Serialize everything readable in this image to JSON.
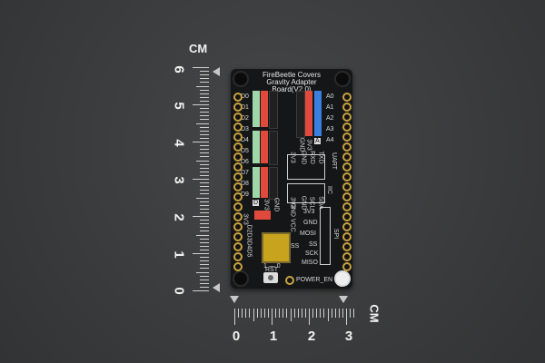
{
  "board": {
    "title_lines": [
      "FireBeetle Covers",
      "Gravity Adapter",
      "Board(V2.0)"
    ],
    "left_pins": [
      "D0",
      "D1",
      "D2",
      "D3",
      "D4",
      "D5",
      "D6",
      "D7",
      "D8",
      "D9"
    ],
    "right_pins": [
      "A0",
      "A1",
      "A2",
      "A3",
      "A4"
    ],
    "analog_label": "A",
    "digital_label": "D",
    "uart_label": "UART",
    "uart_pins": [
      "3V3",
      "GND",
      "RXD",
      "TXD"
    ],
    "iic_label": "IIC",
    "iic_pins": [
      "3V3",
      "GND",
      "SCL",
      "SDA"
    ],
    "spi_label": "SPI",
    "spi_pins": [
      "3V3",
      "GND",
      "MOSI",
      "SS",
      "SCK",
      "MISO"
    ],
    "power_pins": [
      "GND",
      "3V3",
      "VCC"
    ],
    "analog_power": [
      "GND",
      "3V3"
    ],
    "select_labels": [
      "3V3",
      "VCC"
    ],
    "gnd_vcc_label": "GND VCC",
    "dip_label": "SS",
    "dip_scale": "1 — 0",
    "side_codes": "D2D3D4D5",
    "reset_label": "RST",
    "power_en_label": "POWER_EN"
  },
  "vertical_ruler": {
    "unit": "CM",
    "labels": [
      "6",
      "5",
      "4",
      "3",
      "2",
      "1",
      "0"
    ]
  },
  "horizontal_ruler": {
    "unit": "CM",
    "labels": [
      "0",
      "1",
      "2",
      "3"
    ]
  },
  "colors": {
    "background": "#3a3b3c",
    "board": "#151617",
    "header_green": "#9fd8a8",
    "header_red": "#e04a3c",
    "header_blue": "#3a7ee0",
    "pad_gold": "#c9a340"
  }
}
